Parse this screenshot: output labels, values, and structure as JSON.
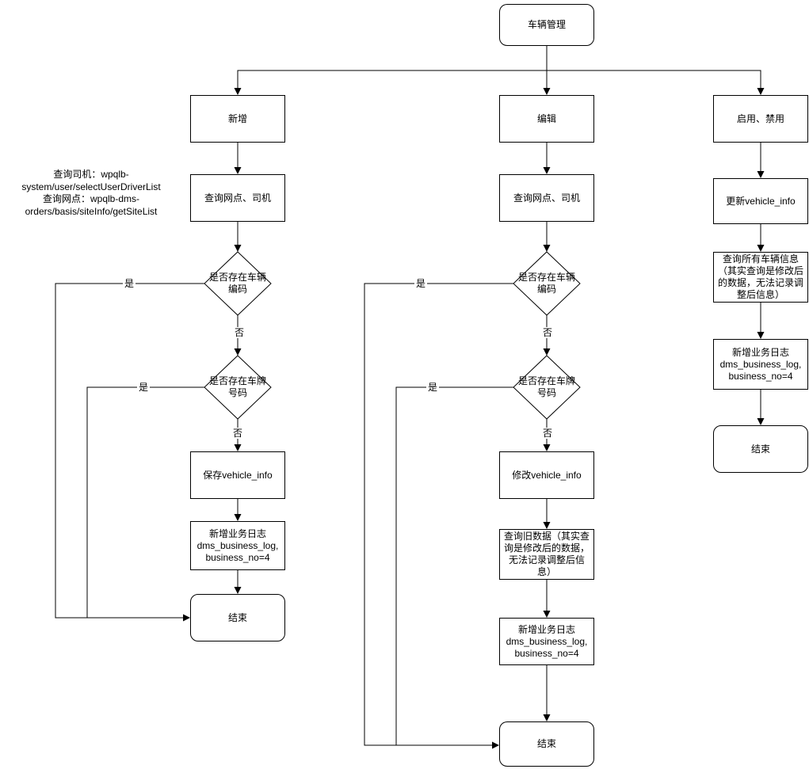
{
  "colors": {
    "line": "#000000",
    "node_fill": "#ffffff",
    "node_border": "#000000",
    "text": "#000000",
    "canvas": "#ffffff"
  },
  "annotation": "查询司机：wpqlb-\nsystem/user/selectUserDriverList\n查询网点：wpqlb-dms-\norders/basis/siteInfo/getSiteList",
  "labels": {
    "yes": "是",
    "no": "否"
  },
  "nodes": {
    "root": "车辆管理",
    "add": {
      "entry": "新增",
      "query": "查询网点、司机",
      "check_code": "是否存在车辆\n编码",
      "check_plate": "是否存在车牌\n号码",
      "save": "保存vehicle_info",
      "log": "新增业务日志\ndms_business_log,\nbusiness_no=4",
      "end": "结束"
    },
    "edit": {
      "entry": "编辑",
      "query": "查询网点、司机",
      "check_code": "是否存在车辆\n编码",
      "check_plate": "是否存在车牌\n号码",
      "modify": "修改vehicle_info",
      "query_old": "查询旧数据（其实查\n询是修改后的数据，\n无法记录调整后信\n息）",
      "log": "新增业务日志\ndms_business_log,\nbusiness_no=4",
      "end": "结束"
    },
    "toggle": {
      "entry": "启用、禁用",
      "update": "更新vehicle_info",
      "query_all": "查询所有车辆信息\n（其实查询是修改后\n的数据，无法记录调\n整后信息）",
      "log": "新增业务日志\ndms_business_log,\nbusiness_no=4",
      "end": "结束"
    }
  }
}
